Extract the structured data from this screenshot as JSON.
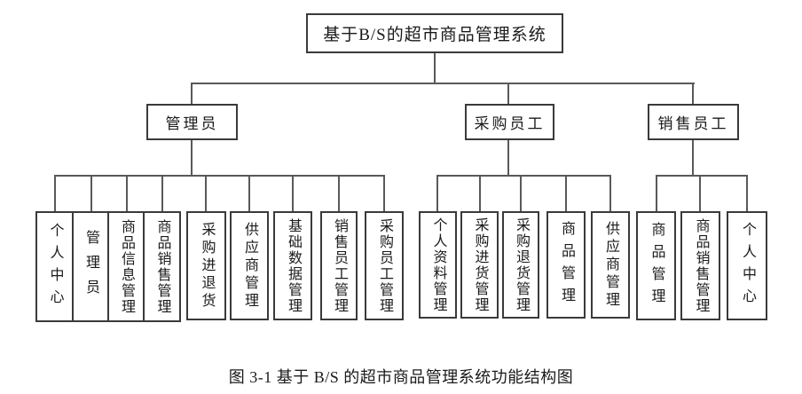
{
  "diagram": {
    "root": {
      "label": "基于B/S的超市商品管理系统"
    },
    "branches": [
      {
        "label": "管理员",
        "children": [
          "个人中心",
          "管理员",
          "商品信息管理",
          "商品销售管理",
          "采购进退货",
          "供应商管理",
          "基础数据管理",
          "销售员工管理",
          "采购员工管理"
        ]
      },
      {
        "label": "采购员工",
        "children": [
          "个人资料管理",
          "采购进货管理",
          "采购退货管理",
          "商品管理",
          "供应商管理"
        ]
      },
      {
        "label": "销售员工",
        "children": [
          "商品管理",
          "商品销售管理",
          "个人中心"
        ]
      }
    ],
    "caption": "图 3-1 基于 B/S 的超市商品管理系统功能结构图",
    "colors": {
      "background": "#ffffff",
      "box_border": "#3a3a3a",
      "connector": "#595959",
      "text": "#1a1a1a"
    }
  }
}
